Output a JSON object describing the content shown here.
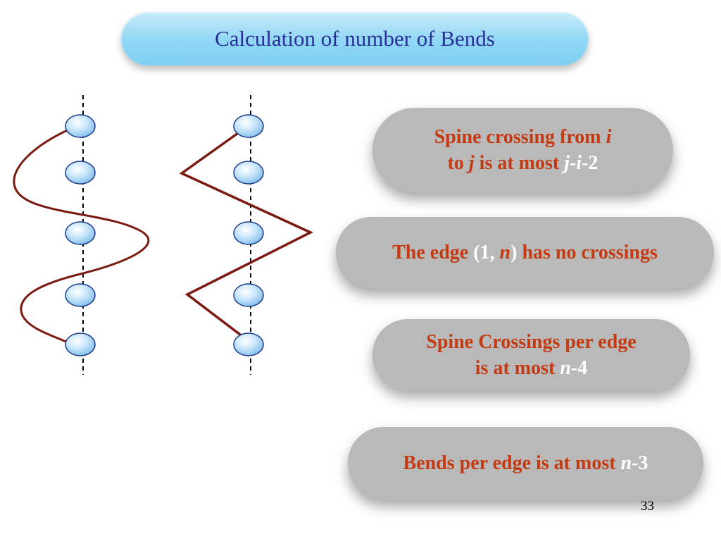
{
  "slide": {
    "title": "Calculation of number of Bends",
    "page_number": "33"
  },
  "colors": {
    "title_text": "#2b2f99",
    "edge": "#7a1a10",
    "pill_text": "#c43a12",
    "pill_bg": "#b9b9b9",
    "node_fill": "#8dc6f0"
  },
  "statements": [
    {
      "line1": {
        "a": "Spine crossing from ",
        "b": "i"
      },
      "line2": {
        "a": "to ",
        "b": "j",
        "c": " is at most ",
        "d": "j",
        "e": "-",
        "f": "i",
        "g": "-2"
      }
    },
    {
      "a": "The edge ",
      "b": "(1, ",
      "c": "n",
      "d": ")",
      "e": " has no crossings"
    },
    {
      "line1": "Spine Crossings per edge",
      "line2": {
        "a": "is at most ",
        "b": "n",
        "c": "-4"
      }
    },
    {
      "a": "Bends per edge is at most ",
      "b": "n",
      "c": "-3"
    }
  ]
}
